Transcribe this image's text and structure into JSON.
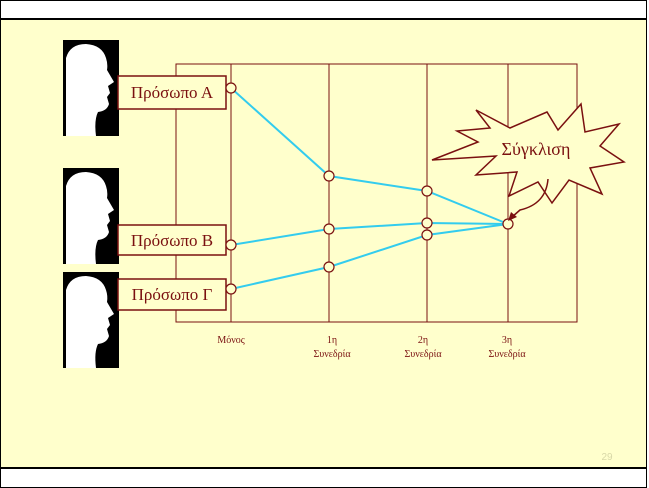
{
  "persons": [
    {
      "label": "Πρόσωπο Α"
    },
    {
      "label": "Πρόσωπο Β"
    },
    {
      "label": "Πρόσωπο Γ"
    }
  ],
  "columns": [
    {
      "line1": "Μόνος",
      "line2": ""
    },
    {
      "line1": "1η",
      "line2": "Συνεδρία"
    },
    {
      "line1": "2η",
      "line2": "Συνεδρία"
    },
    {
      "line1": "3η",
      "line2": "Συνεδρία"
    }
  ],
  "callout": {
    "text": "Σύγκλιση"
  },
  "page_number": "29",
  "colors": {
    "background": "#ffffcc",
    "line": "#33ccee",
    "grid": "#7a1010",
    "text": "#7a1010"
  }
}
